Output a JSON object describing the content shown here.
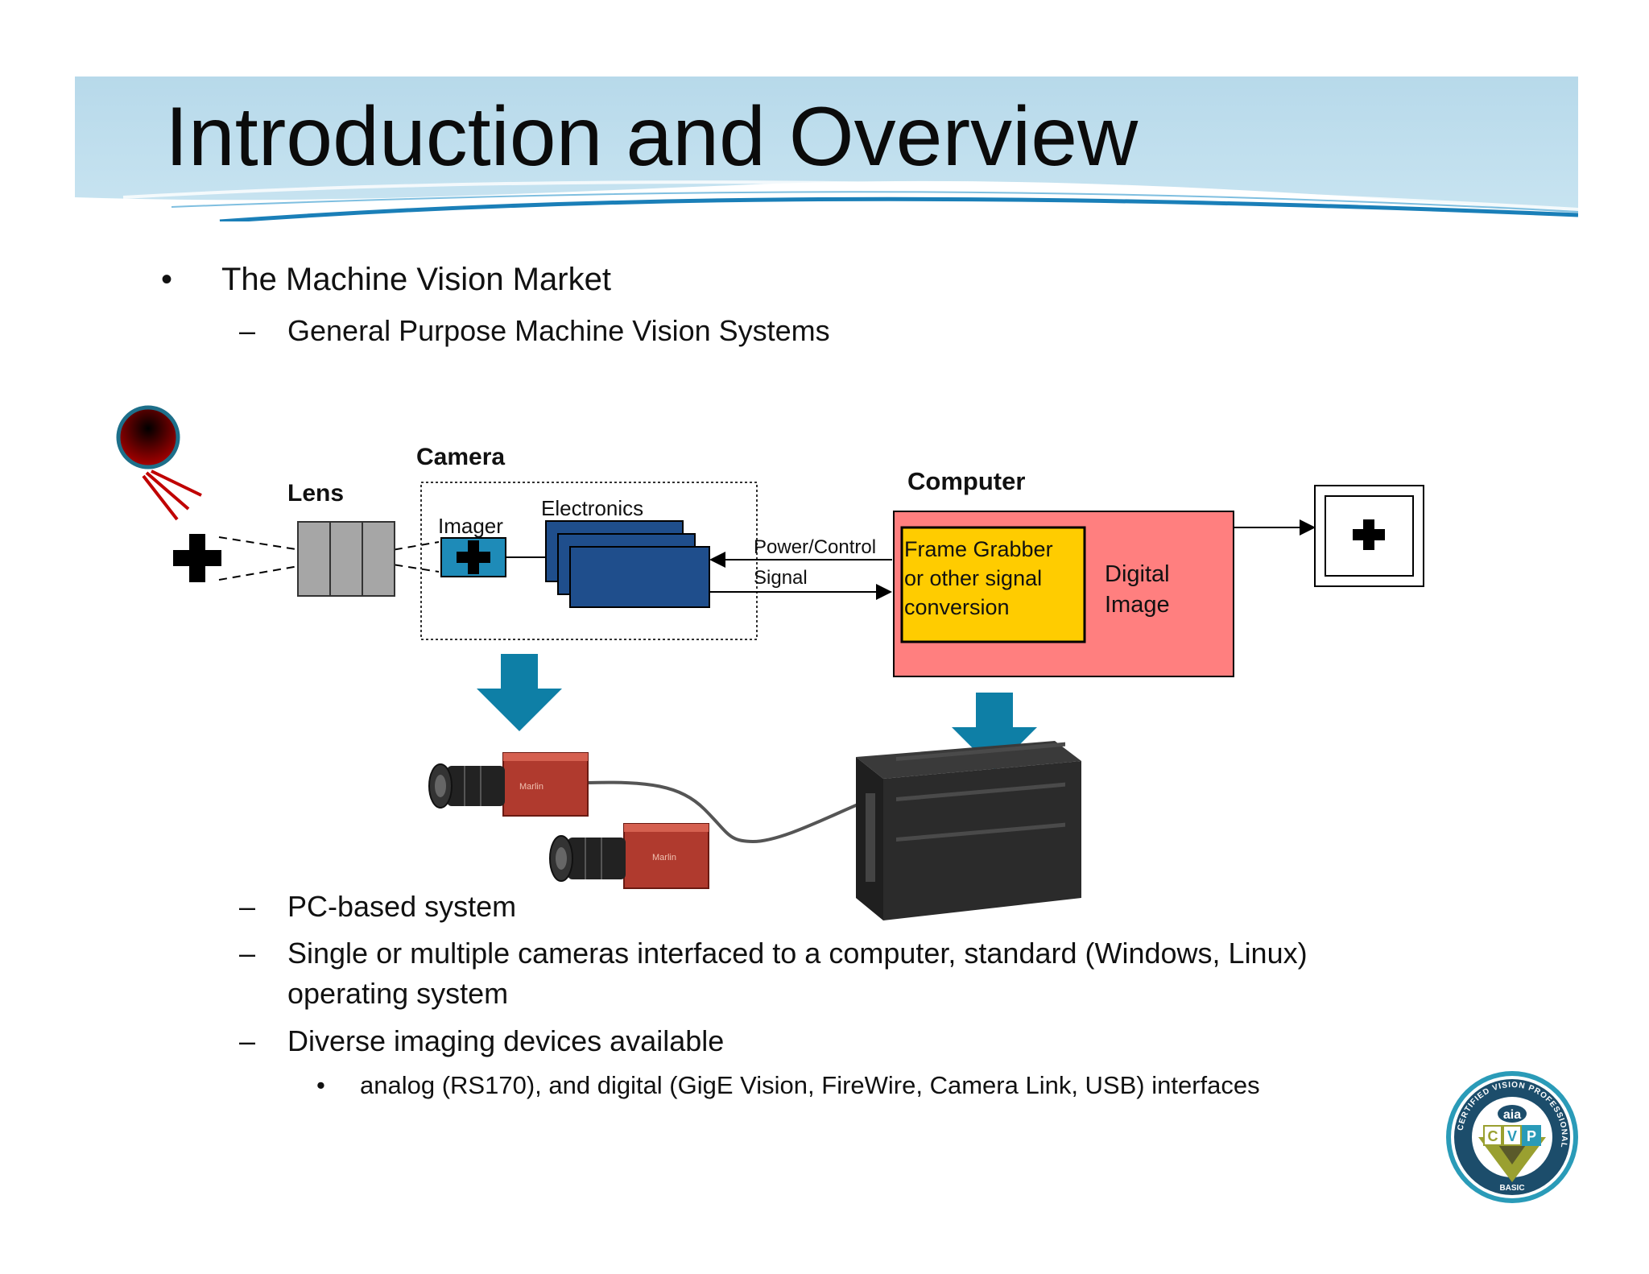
{
  "slide": {
    "title": "Introduction and Overview",
    "bullets": [
      {
        "marker": "•",
        "text": "The Machine Vision Market"
      },
      {
        "marker": "–",
        "text": "General Purpose Machine Vision Systems"
      },
      {
        "marker": "–",
        "text": "PC-based system"
      },
      {
        "marker": "–",
        "text": "Single or multiple cameras interfaced to a computer, standard (Windows, Linux)"
      },
      {
        "marker": "",
        "text": "operating system"
      },
      {
        "marker": "–",
        "text": "Diverse imaging devices available"
      },
      {
        "marker": "•",
        "text": "analog (RS170), and digital (GigE Vision, FireWire, Camera Link, USB) interfaces"
      }
    ]
  },
  "diagram": {
    "lens_label": "Lens",
    "camera_label": "Camera",
    "imager_label": "Imager",
    "electronics_label": "Electronics",
    "power_control_label": "Power/Control",
    "signal_label": "Signal",
    "computer_label": "Computer",
    "frame_grabber_lines": [
      "Frame Grabber",
      "or other signal",
      "conversion"
    ],
    "digital_image_lines": [
      "Digital",
      "Image"
    ],
    "colors": {
      "band": "#b9dcec",
      "arrow_teal": "#0e7fa6",
      "electronics_blue": "#1f4e8c",
      "computer_pink": "#ff7f7f",
      "frame_grabber_yellow": "#ffcc00",
      "lens_gray": "#a6a6a6",
      "light_red": "#8b0000"
    },
    "camera_brand": "Marlin"
  },
  "logo": {
    "ring_text": "CERTIFIED VISION PROFESSIONAL",
    "brand": "aia",
    "letters": [
      "C",
      "V",
      "P"
    ],
    "level": "BASIC"
  }
}
